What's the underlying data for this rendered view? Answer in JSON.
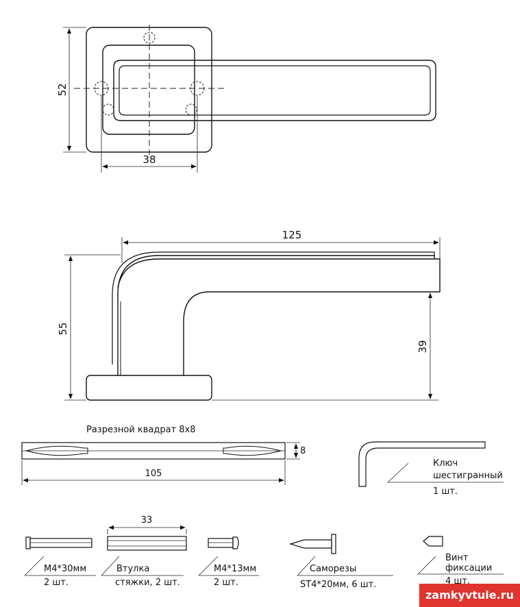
{
  "dimensions": {
    "top_height": "52",
    "top_width": "38",
    "handle_length": "125",
    "handle_height": "55",
    "handle_reach": "39",
    "spindle_size": "8",
    "spindle_length": "105",
    "sleeve_length": "33"
  },
  "parts": {
    "spindle_title": "Разрезной квадрат 8х8",
    "hex_key": {
      "name_line1": "Ключ",
      "name_line2": "шестигранный",
      "qty": "1 шт."
    },
    "screw_m4x30": {
      "name": "М4*30мм",
      "qty": "2 шт."
    },
    "sleeve": {
      "name_line1": "Втулка",
      "name_line2": "стяжки, 2 шт."
    },
    "screw_m4x13": {
      "name": "М4*13мм",
      "qty": "2 шт."
    },
    "self_tapping": {
      "name": "Саморезы",
      "qty": "ST4*20мм, 6 шт."
    },
    "set_screw": {
      "name_line1": "Винт",
      "name_line2": "фиксации",
      "qty": "4 шт."
    }
  },
  "watermark": "zamkyvtule.ru"
}
